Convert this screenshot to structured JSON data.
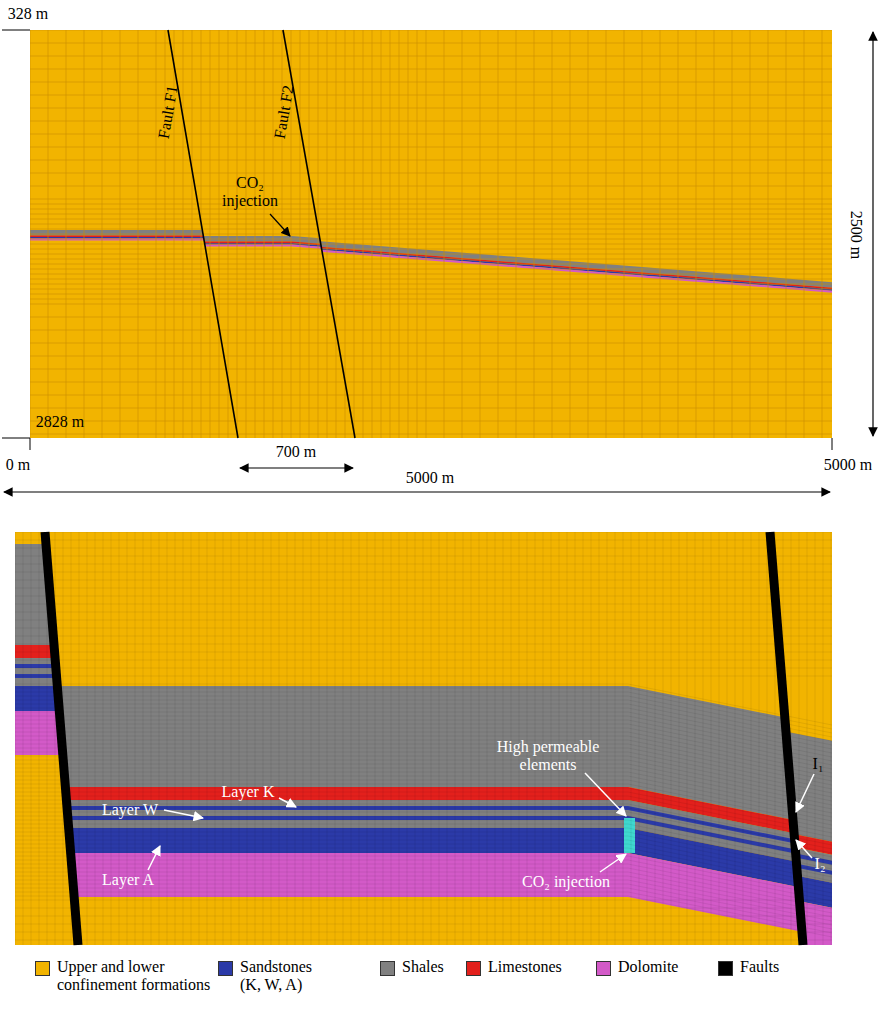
{
  "diagram": {
    "labels": [
      "328 m",
      "2828 m",
      "0 m",
      "5000 m",
      "700 m",
      "5000 m",
      "2500 m",
      "Fault F1",
      "Fault F2",
      "CO₂ injection",
      "Layer W",
      "Layer K",
      "Layer A",
      "High permeable elements",
      "CO₂ injection",
      "I₁",
      "I₂"
    ],
    "legend": [
      {
        "text": "Upper and lower confinement formations",
        "color": "#f2b400"
      },
      {
        "text": "Sandstones (K, W, A)",
        "color": "#2b3aa8"
      },
      {
        "text": "Shales",
        "color": "#808080"
      },
      {
        "text": "Limestones",
        "color": "#e3201c"
      },
      {
        "text": "Dolomite",
        "color": "#d35ac8"
      },
      {
        "text": "Faults",
        "color": "#000000"
      }
    ]
  }
}
